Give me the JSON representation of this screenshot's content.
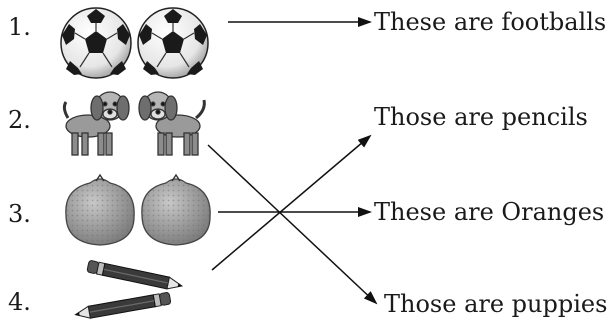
{
  "items": [
    {
      "number": "1.",
      "subject": "football"
    },
    {
      "number": "2.",
      "subject": "puppy"
    },
    {
      "number": "3.",
      "subject": "orange"
    },
    {
      "number": "4.",
      "subject": "pencil"
    }
  ],
  "phrases": [
    "These are footballs",
    "Those are pencils",
    "These are Oranges",
    "Those are puppies"
  ]
}
